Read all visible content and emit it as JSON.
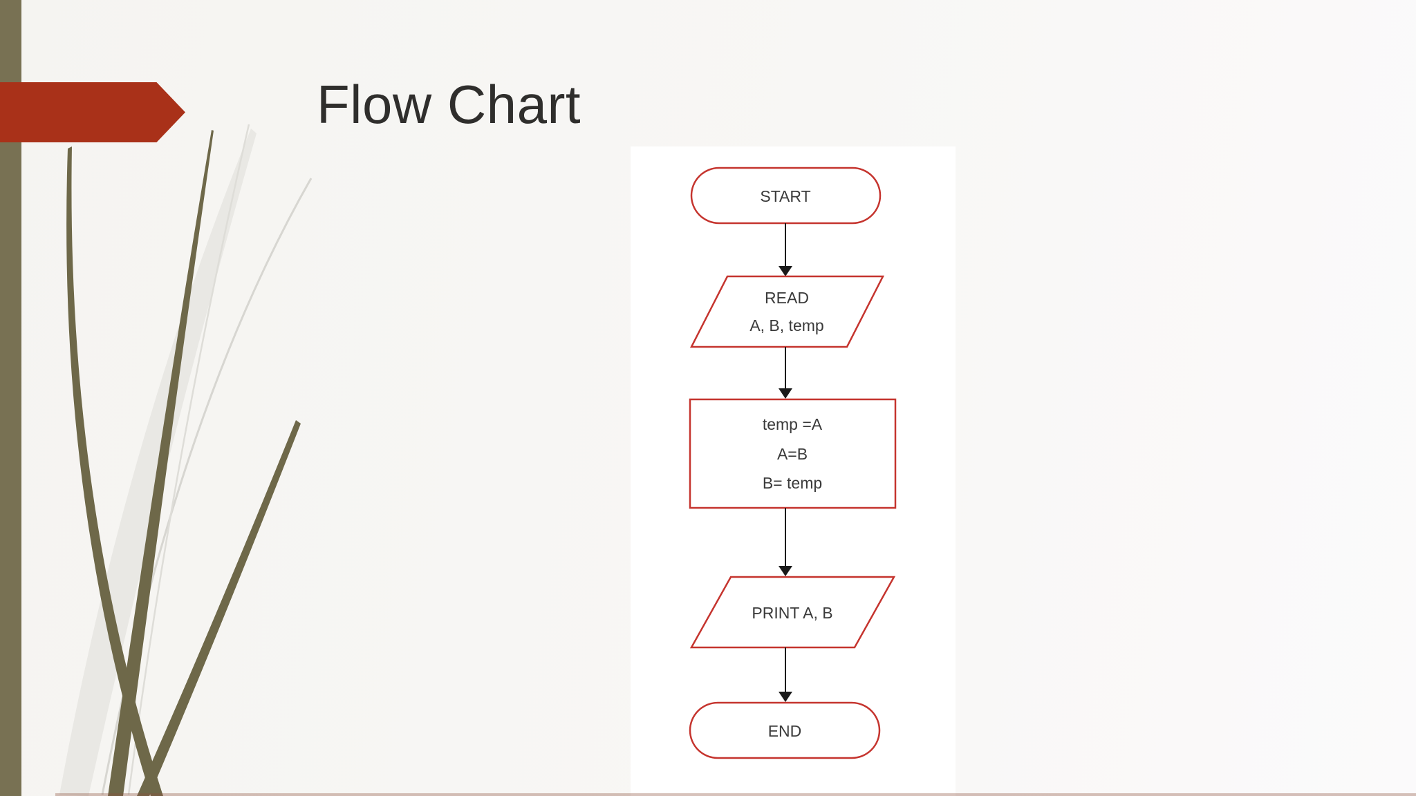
{
  "slide": {
    "title": "Flow Chart"
  },
  "colors": {
    "accent_red": "#A93119",
    "shape_stroke": "#C5342E",
    "olive_bar": "#787153",
    "grass_olive": "#6E6849",
    "grass_gray": "#D7D6D1",
    "background": "#F7F5F2",
    "title_text": "#2F2E2C",
    "flow_text": "#3A3A3A",
    "arrow_black": "#1A1A1A",
    "image_backdrop": "#FFFFFF"
  },
  "flowchart": {
    "nodes": [
      {
        "name": "start",
        "shape": "terminator",
        "label": "START"
      },
      {
        "name": "read",
        "shape": "parallelogram",
        "line1": "READ",
        "line2": "A, B, temp"
      },
      {
        "name": "swap",
        "shape": "rectangle",
        "line1": "temp =A",
        "line2": "A=B",
        "line3": "B= temp"
      },
      {
        "name": "print",
        "shape": "parallelogram",
        "label": "PRINT A, B"
      },
      {
        "name": "end",
        "shape": "terminator",
        "label": "END"
      }
    ]
  }
}
